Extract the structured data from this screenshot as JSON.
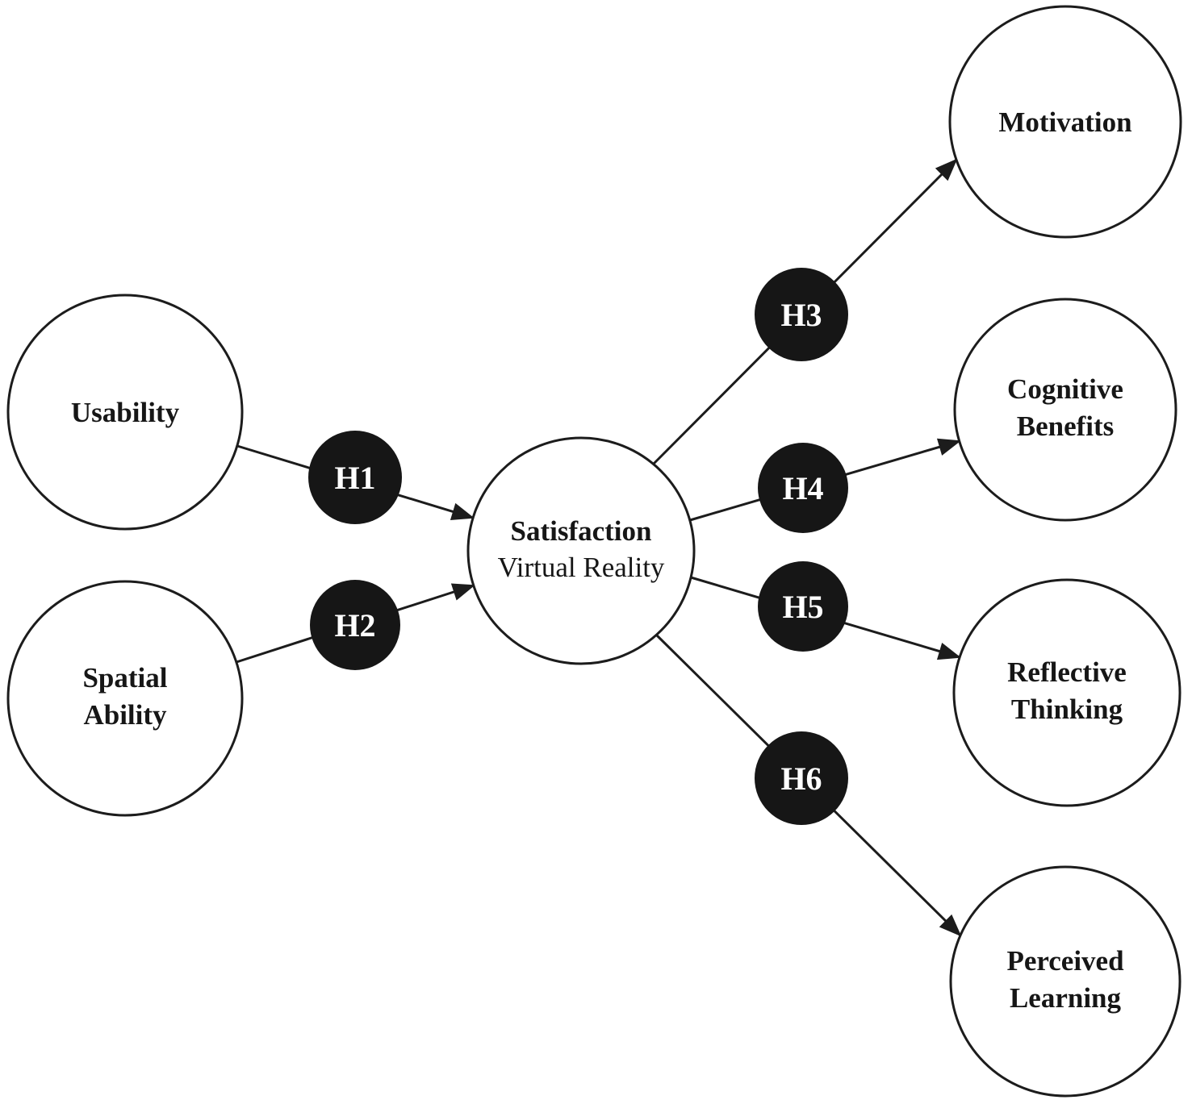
{
  "meta": {
    "type": "hypothesis-path-model-diagram"
  },
  "colors": {
    "background": "#ffffff",
    "node_fill": "#ffffff",
    "stroke": "#1c1c1c",
    "hypothesis_fill": "#161616",
    "hypothesis_text": "#ffffff",
    "label_text": "#161616"
  },
  "nodes": {
    "usability": {
      "label": "Usability"
    },
    "spatial_ability": {
      "line1": "Spatial",
      "line2": "Ability"
    },
    "satisfaction": {
      "line1": "Satisfaction",
      "line2": "Virtual Reality"
    },
    "motivation": {
      "label": "Motivation"
    },
    "cognitive_benefits": {
      "line1": "Cognitive",
      "line2": "Benefits"
    },
    "reflective_thinking": {
      "line1": "Reflective",
      "line2": "Thinking"
    },
    "perceived_learning": {
      "line1": "Perceived",
      "line2": "Learning"
    }
  },
  "hypotheses": {
    "h1": {
      "label": "H1",
      "from": "Usability",
      "to": "Satisfaction Virtual Reality"
    },
    "h2": {
      "label": "H2",
      "from": "Spatial Ability",
      "to": "Satisfaction Virtual Reality"
    },
    "h3": {
      "label": "H3",
      "from": "Satisfaction Virtual Reality",
      "to": "Motivation"
    },
    "h4": {
      "label": "H4",
      "from": "Satisfaction Virtual Reality",
      "to": "Cognitive Benefits"
    },
    "h5": {
      "label": "H5",
      "from": "Satisfaction Virtual Reality",
      "to": "Reflective Thinking"
    },
    "h6": {
      "label": "H6",
      "from": "Satisfaction Virtual Reality",
      "to": "Perceived Learning"
    }
  }
}
